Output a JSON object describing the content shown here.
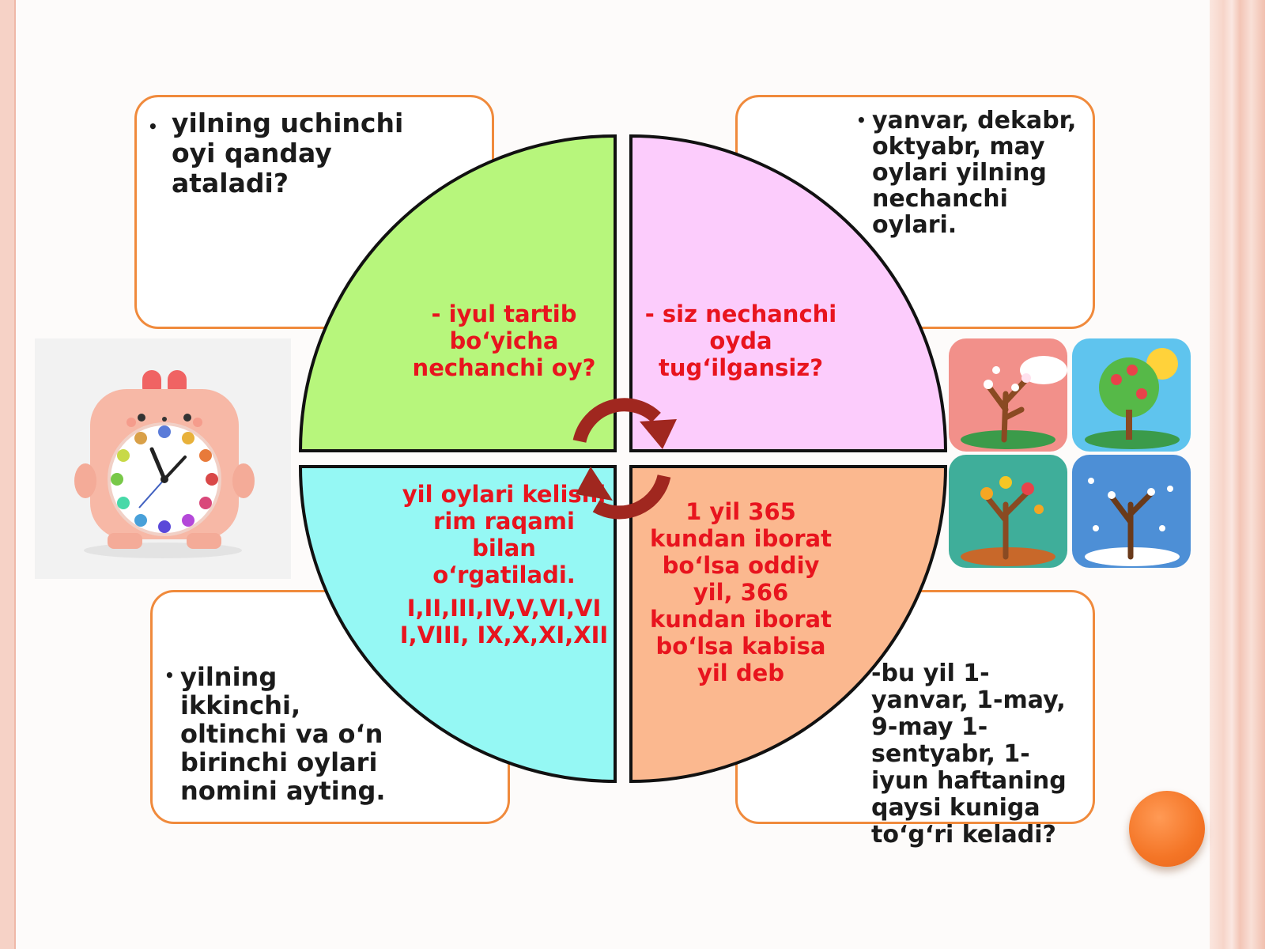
{
  "boxes": {
    "top_left": "yilning uchinchi oyi qanday ataladi?",
    "top_right": "yanvar, dekabr, oktyabr, may oylari yilning nechanchi oylari.",
    "bottom_left": "yilning ikkinchi, oltinchi va o‘n birinchi oylari nomini ayting.",
    "bottom_right": "-bu yil 1-yanvar, 1-may, 9-may 1-sentyabr, 1-iyun haftaning qaysi kuniga to‘g‘ri keladi?"
  },
  "quadrants": {
    "green": "- iyul tartib bo‘yicha nechanchi oy?",
    "pink": "- siz nechanchi oyda tug‘ilgansiz?",
    "cyan_line1": "yil oylari kelishi rim raqami bilan o‘rgatiladi.",
    "cyan_line2": "I,II,III,IV,V,VI,VII,VIII, IX,X,XI,XII",
    "orange": "1 yil 365 kundan iborat bo‘lsa oddiy yil, 366 kundan iborat bo‘lsa kabisa yil deb"
  },
  "colors": {
    "green": "#b7f67c",
    "pink": "#fcccfc",
    "cyan": "#95f8f4",
    "orange": "#fbb88f",
    "box_border": "#f08a3c",
    "arrow": "#a0271f",
    "question_text": "#e8141e"
  },
  "icons": [
    "alarm-clock-icon",
    "four-seasons-trees-icon",
    "cycle-arrows-icon"
  ]
}
